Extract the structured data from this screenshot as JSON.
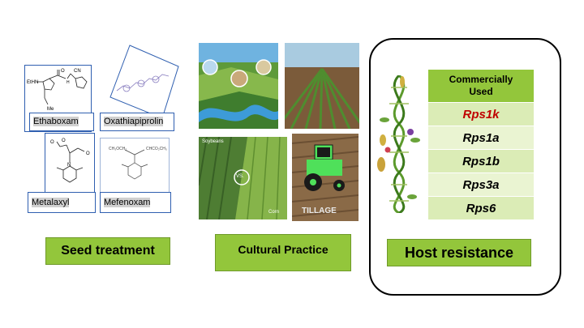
{
  "seed_treatment": {
    "compounds": [
      {
        "name": "Ethaboxam"
      },
      {
        "name": "Oxathiapiprolin"
      },
      {
        "name": "Metalaxyl"
      },
      {
        "name": "Mefenoxam"
      }
    ],
    "structure_text": {
      "ethaboxam": {
        "ethn": "EtHN",
        "cn": "CN",
        "o": "O",
        "h": "H",
        "me": "Me"
      },
      "metalaxyl": {
        "o1": "O",
        "o2": "O",
        "o3": "O",
        "n": "N"
      }
    },
    "label": "Seed treatment"
  },
  "cultural_practice": {
    "photo_texts": {
      "soybeans": "Soybeans",
      "vs": "VS.",
      "corn": "Corn",
      "tillage": "TILLAGE"
    },
    "label": "Cultural Practice"
  },
  "host_resistance": {
    "table_header_line1": "Commercially",
    "table_header_line2": "Used",
    "genes": [
      {
        "name": "Rps1k",
        "color": "#c00000"
      },
      {
        "name": "Rps1a",
        "color": "#000000"
      },
      {
        "name": "Rps1b",
        "color": "#000000"
      },
      {
        "name": "Rps3a",
        "color": "#000000"
      },
      {
        "name": "Rps6",
        "color": "#000000"
      }
    ],
    "label": "Host resistance"
  },
  "colors": {
    "label_green": "#93c63b",
    "box_border": "#2f5fb0",
    "highlight_red": "#c00000"
  }
}
